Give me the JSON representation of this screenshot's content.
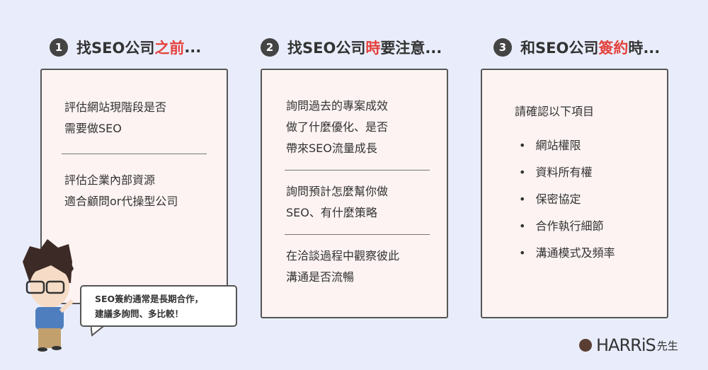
{
  "columns": [
    {
      "num": "1",
      "title_a": "找SEO公司",
      "title_b": "之前",
      "title_c": "..."
    },
    {
      "num": "2",
      "title_a": "找SEO公司",
      "title_b": "時",
      "title_c": "要注意..."
    },
    {
      "num": "3",
      "title_a": "和SEO公司",
      "title_b": "簽約",
      "title_c": "時..."
    }
  ],
  "card1": [
    "評估網站現階段是否",
    "需要做SEO",
    "評估企業內部資源",
    "適合顧問or代操型公司"
  ],
  "card2": [
    "詢問過去的專案成效",
    "做了什麼優化、是否",
    "帶來SEO流量成長",
    "詢問預計怎麼幫你做",
    "SEO、有什麼策略",
    "在洽談過程中觀察彼此",
    "溝通是否流暢"
  ],
  "card3": {
    "intro": "請確認以下項目",
    "items": [
      "網站權限",
      "資料所有權",
      "保密協定",
      "合作執行細節",
      "溝通模式及頻率"
    ]
  },
  "bubble": [
    "SEO簽約通常是長期合作，",
    "建議多詢問、多比較！"
  ],
  "logo": {
    "name": "HARRiS",
    "suffix": "先生"
  }
}
